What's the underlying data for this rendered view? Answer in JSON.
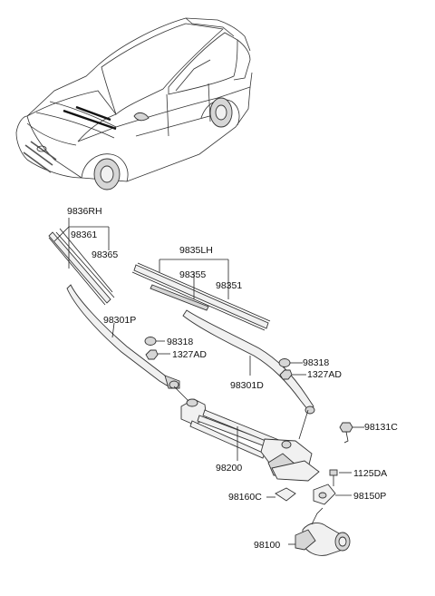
{
  "labels": {
    "l9836RH": "9836RH",
    "l98361": "98361",
    "l98365": "98365",
    "l9835LH": "9835LH",
    "l98355": "98355",
    "l98351": "98351",
    "l98301P": "98301P",
    "l98318a": "98318",
    "l1327ADa": "1327AD",
    "l98318b": "98318",
    "l1327ADb": "1327AD",
    "l98301D": "98301D",
    "l98131C": "98131C",
    "l98200": "98200",
    "l1125DA": "1125DA",
    "l98160C": "98160C",
    "l98150P": "98150P",
    "l98100": "98100"
  }
}
